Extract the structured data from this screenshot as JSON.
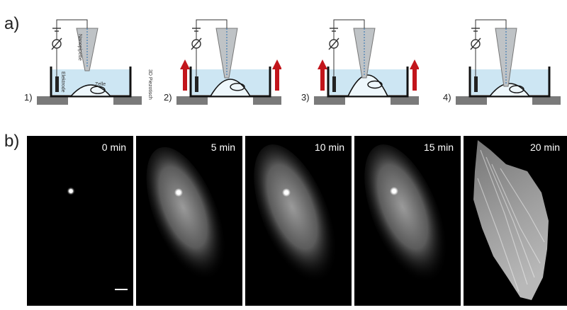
{
  "panel_a": {
    "label": "a)",
    "steps": [
      {
        "number": "1)",
        "arrows": false
      },
      {
        "number": "2)",
        "arrows": true
      },
      {
        "number": "3)",
        "arrows": true
      },
      {
        "number": "4)",
        "arrows": false
      }
    ],
    "annotations": {
      "nanopipette": "Nanopipette",
      "electrode": "Elektrode",
      "cell": "Zelle",
      "piezo_table": "3D Piezotisch"
    }
  },
  "panel_b": {
    "label": "b)",
    "frames": [
      {
        "time": "0 min",
        "scale_bar": true
      },
      {
        "time": "5 min",
        "scale_bar": false
      },
      {
        "time": "10 min",
        "scale_bar": false
      },
      {
        "time": "15 min",
        "scale_bar": false
      },
      {
        "time": "20 min",
        "scale_bar": false
      }
    ]
  },
  "colors": {
    "liquid": "#cde6f3",
    "stage": "#7a7a7a",
    "arrow": "#c2151b",
    "wire": "#333333",
    "pipette": "#bfc3c6"
  }
}
